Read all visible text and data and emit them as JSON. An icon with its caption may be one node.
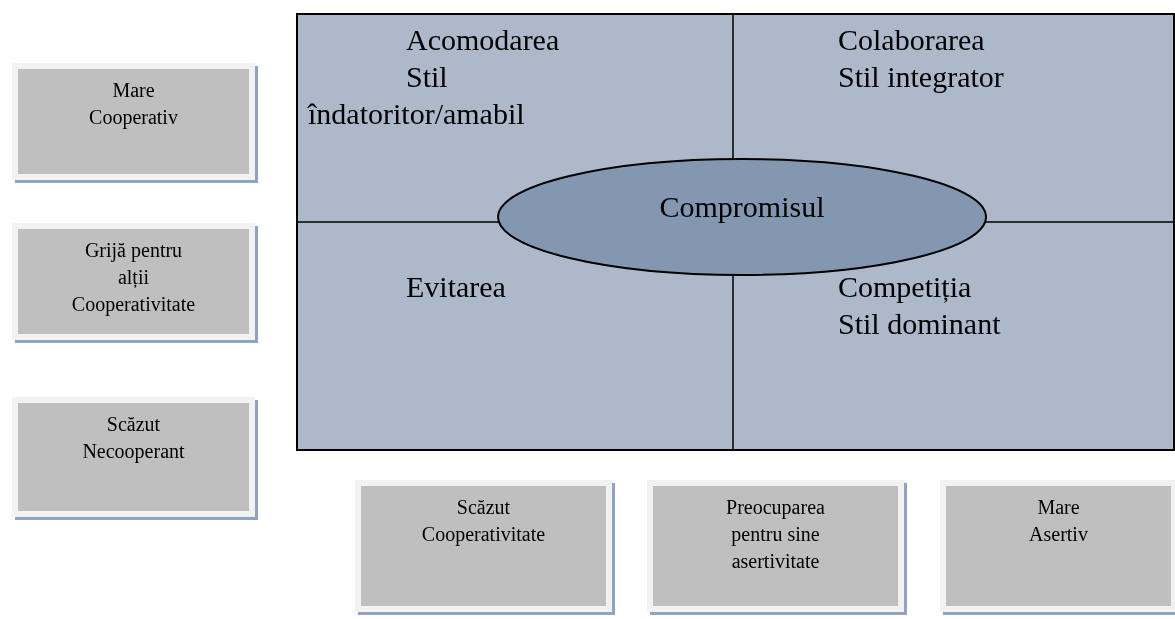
{
  "diagram": {
    "nodes": [
      {
        "text": [
          "Mare Cooperativ"
        ]
      },
      {
        "text": [
          "Grijă pentru alții Cooperativitate"
        ]
      },
      {
        "text": [
          "Scăzut Necooperant"
        ]
      },
      {
        "text": [],
        "shape": "box"
      },
      {
        "text": [
          "Acomodarea",
          "Stil îndatoritor/amabil"
        ],
        "in": 3
      },
      {
        "text": [
          "Colaborarea",
          "Stil integrator"
        ],
        "in": 3
      },
      {
        "text": [
          "Evitarea"
        ],
        "in": 3
      },
      {
        "text": [
          "Competiția",
          "Stil dominant"
        ],
        "in": 3
      },
      {
        "text": [
          "Compromisul"
        ],
        "in": 3
      },
      {
        "text": [
          "Scăzut Cooperativitate"
        ]
      },
      {
        "text": [
          "Preocuparea pentru sine asertivitate"
        ]
      },
      {
        "text": [
          "Mare Asertiv"
        ]
      }
    ]
  }
}
